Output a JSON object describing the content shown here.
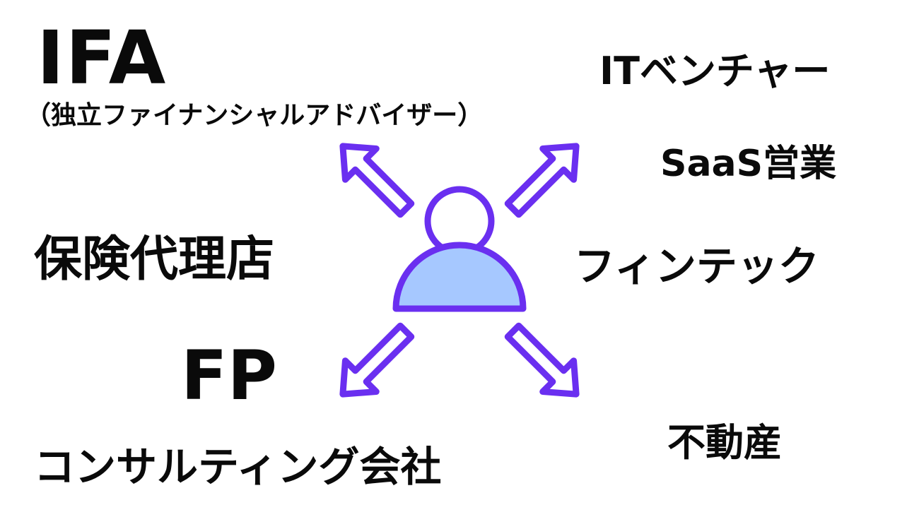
{
  "labels": {
    "ifa": "IFA",
    "ifa_sub": "（独立ファイナンシャルアドバイザー）",
    "it_venture": "ITベンチャー",
    "saas": "SaaS営業",
    "hoken": "保険代理店",
    "fintech": "フィンテック",
    "fp": "FP",
    "fudosan": "不動産",
    "consulting": "コンサルティング会社"
  },
  "icons": {
    "center": "person-icon",
    "arrows": [
      "arrow-up-left-icon",
      "arrow-up-right-icon",
      "arrow-down-left-icon",
      "arrow-down-right-icon"
    ]
  },
  "colors": {
    "stroke": "#6a2ff0",
    "person_body_fill": "#a6c8ff",
    "text": "#0a0a0a",
    "background": "#ffffff"
  }
}
